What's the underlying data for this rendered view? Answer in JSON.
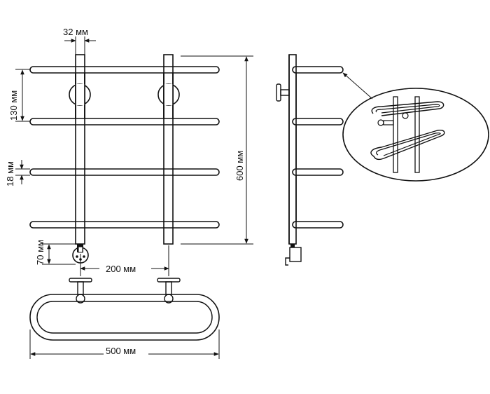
{
  "drawing": {
    "dimensions": {
      "pipe_spacing": "32 мм",
      "rung_pitch": "130 мм",
      "rung_diameter": "18 мм",
      "total_height": "600 мм",
      "bottom_offset": "70 мм",
      "mount_center": "200 мм",
      "total_width": "500 мм"
    },
    "views": {
      "front": "front-view",
      "side": "side-view",
      "top": "top-view",
      "detail": "detail-view"
    },
    "colors": {
      "line": "#111111",
      "background": "#ffffff"
    }
  }
}
